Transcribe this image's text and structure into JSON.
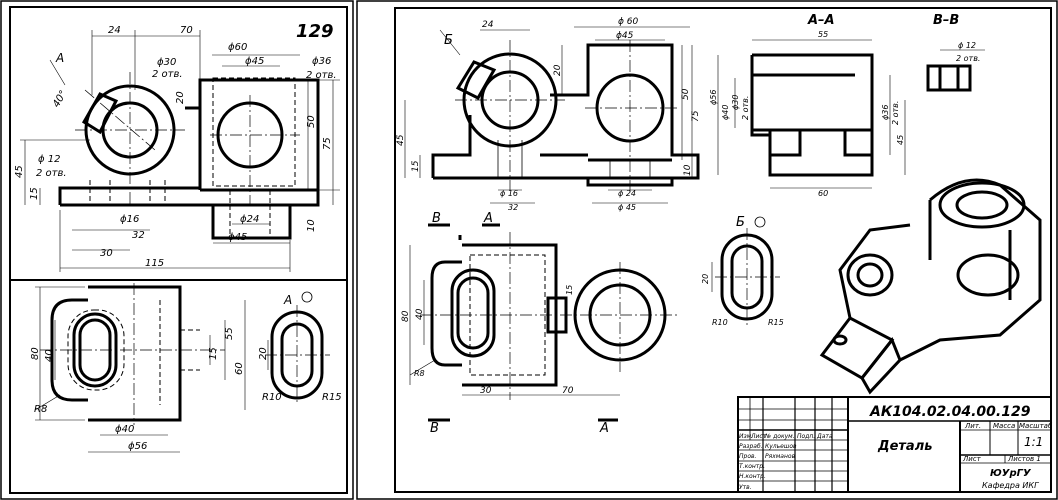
{
  "sheet1": {
    "number": "129",
    "view_a_label": "A",
    "angle": "40°",
    "dims_top": [
      "24",
      "70"
    ],
    "hole_left": {
      "dia": "ϕ30",
      "note": "2 отв."
    },
    "hole_mid": {
      "dia": "ϕ60",
      "inner": "ϕ45"
    },
    "hole_right": {
      "dia": "ϕ36",
      "note": "2 отв."
    },
    "dim_20": "20",
    "dim_50": "50",
    "dim_75": "75",
    "dim_45": "45",
    "dim_15": "15",
    "dim_10": "10",
    "small_hole": {
      "dia": "ϕ 12",
      "note": "2 отв."
    },
    "dim_16": "ϕ16",
    "dim_24": "ϕ24",
    "dim_32": "32",
    "dim_30": "30",
    "dim_45b": "ϕ45",
    "dim_115": "115",
    "plan": {
      "dim_80": "80",
      "dim_40": "40",
      "dim_r8": "R8",
      "dim_15": "15",
      "dim_55": "55",
      "dim_60": "60",
      "dim_40b": "ϕ40",
      "dim_56": "ϕ56"
    },
    "slot": {
      "label": "A",
      "dim_20": "20",
      "r10": "R10",
      "r15": "R15"
    }
  },
  "sheet2": {
    "section_aa": "A–A",
    "section_bb": "B–B",
    "view_b_label": "Б",
    "dims": {
      "d24": "24",
      "d60": "ϕ 60",
      "d45": "ϕ45",
      "d55": "55",
      "d12": "ϕ 12",
      "d12note": "2 отв.",
      "d20": "20",
      "d50": "50",
      "d75": "75",
      "d45v": "45",
      "d15v": "15",
      "d10": "10",
      "d16": "ϕ 16",
      "d32": "32",
      "d24b": "ϕ 24",
      "d45b": "ϕ 45",
      "d56": "ϕ56",
      "d30": "ϕ30",
      "d30note": "2 отв.",
      "d40": "ϕ40",
      "d36": "ϕ36",
      "d36note": "2 отв.",
      "d45r": "45",
      "d60b": "60",
      "plan80": "80",
      "plan40": "40",
      "planr8": "R8",
      "plan15": "15",
      "plan30": "30",
      "plan70": "70",
      "slot20": "20",
      "slotr10": "R10",
      "slotr15": "R15"
    },
    "cut_labels": {
      "b_top": "В",
      "a_top": "А",
      "b_bot": "В",
      "a_bot": "А",
      "slot_view": "Б"
    },
    "title_block": {
      "code": "АК104.02.04.00.129",
      "name": "Деталь",
      "headers": {
        "lit": "Лит.",
        "massa": "Масса",
        "masht": "Масштаб"
      },
      "scale": "1:1",
      "sheet": "Лист",
      "sheets": "Листов 1",
      "org1": "ЮУрГУ",
      "org2": "Кафедра ИКГ",
      "rows": [
        {
          "role": "Изм.",
          "sub": "Лист",
          "doc": "№ докум.",
          "sign": "Подп.",
          "date": "Дата"
        },
        {
          "role": "Разраб.",
          "name": "Кульешов"
        },
        {
          "role": "Пров.",
          "name": "Ряхманов"
        },
        {
          "role": "Т.контр.",
          "name": ""
        },
        {
          "role": "Н.контр.",
          "name": ""
        },
        {
          "role": "Утв.",
          "name": ""
        }
      ]
    }
  }
}
